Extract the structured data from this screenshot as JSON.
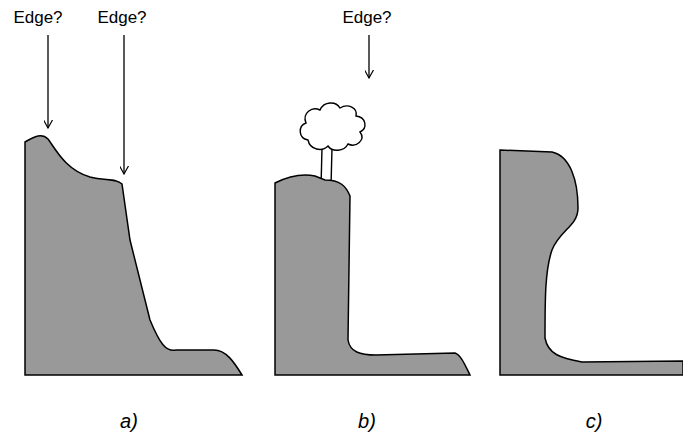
{
  "diagram": {
    "labels": [
      "Edge?",
      "Edge?",
      "Edge?",
      "a)",
      "b)",
      "c)"
    ]
  }
}
